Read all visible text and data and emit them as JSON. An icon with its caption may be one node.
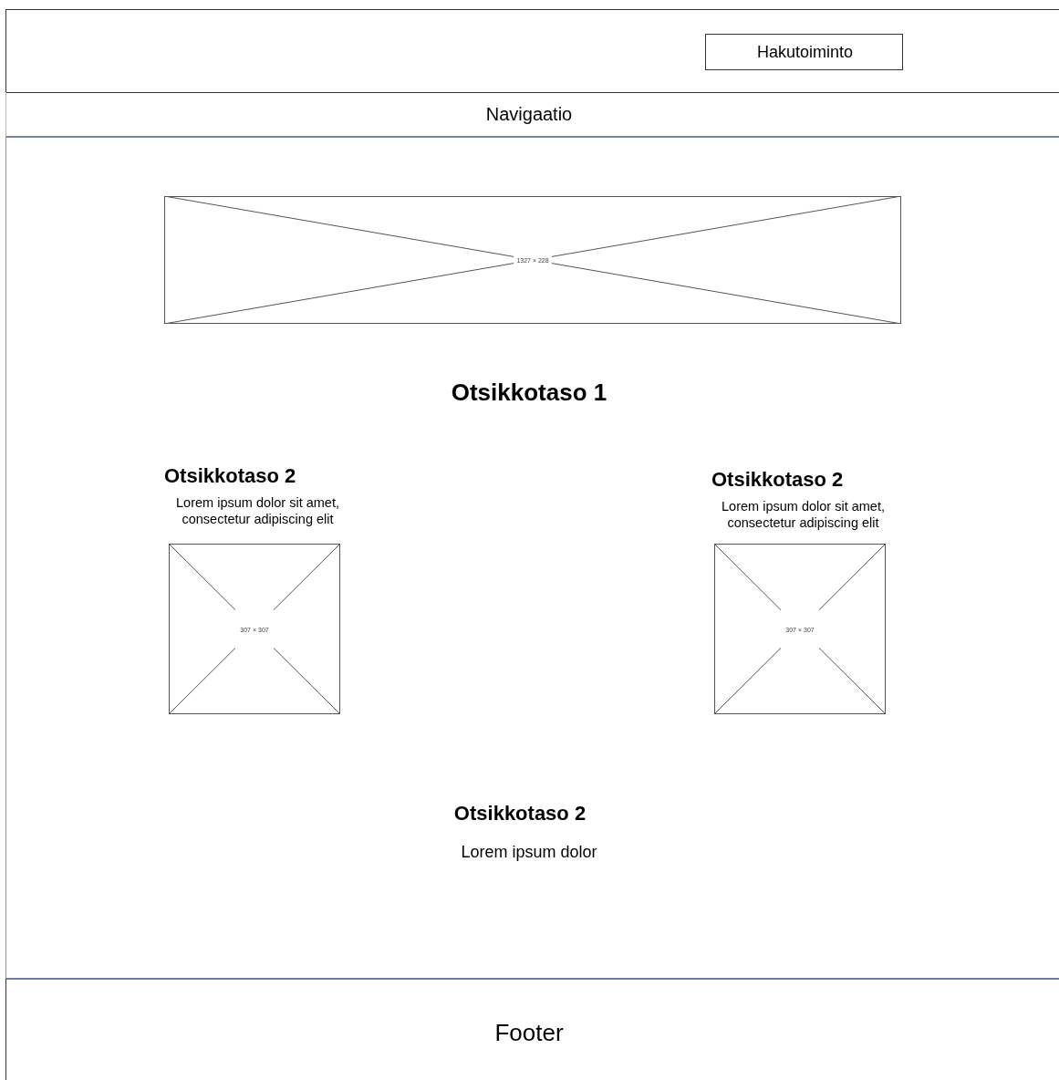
{
  "diagram": {
    "nodes": [
      {
        "text": [],
        "shape": "box"
      },
      {
        "text": [
          "Hakutoiminto"
        ],
        "in": 0
      },
      {
        "text": [
          "Navigaatio"
        ]
      },
      {
        "text": [],
        "shape": "box"
      },
      {
        "text": [
          "1327 × 228"
        ],
        "in": 3
      },
      {
        "text": [
          "307 × 307"
        ],
        "in": 3
      },
      {
        "text": [
          "307 × 307"
        ],
        "in": 3
      },
      {
        "text": [
          "Footer"
        ]
      }
    ],
    "labels": [
      "Otsikkotaso 1",
      "Otsikkotaso 2",
      "Lorem ipsum dolor sit amet, consectetur adipiscing elit",
      "Otsikkotaso 2",
      "Lorem ipsum dolor sit amet, consectetur adipiscing elit",
      "Otsikkotaso 2",
      "Lorem ipsum dolor"
    ]
  }
}
